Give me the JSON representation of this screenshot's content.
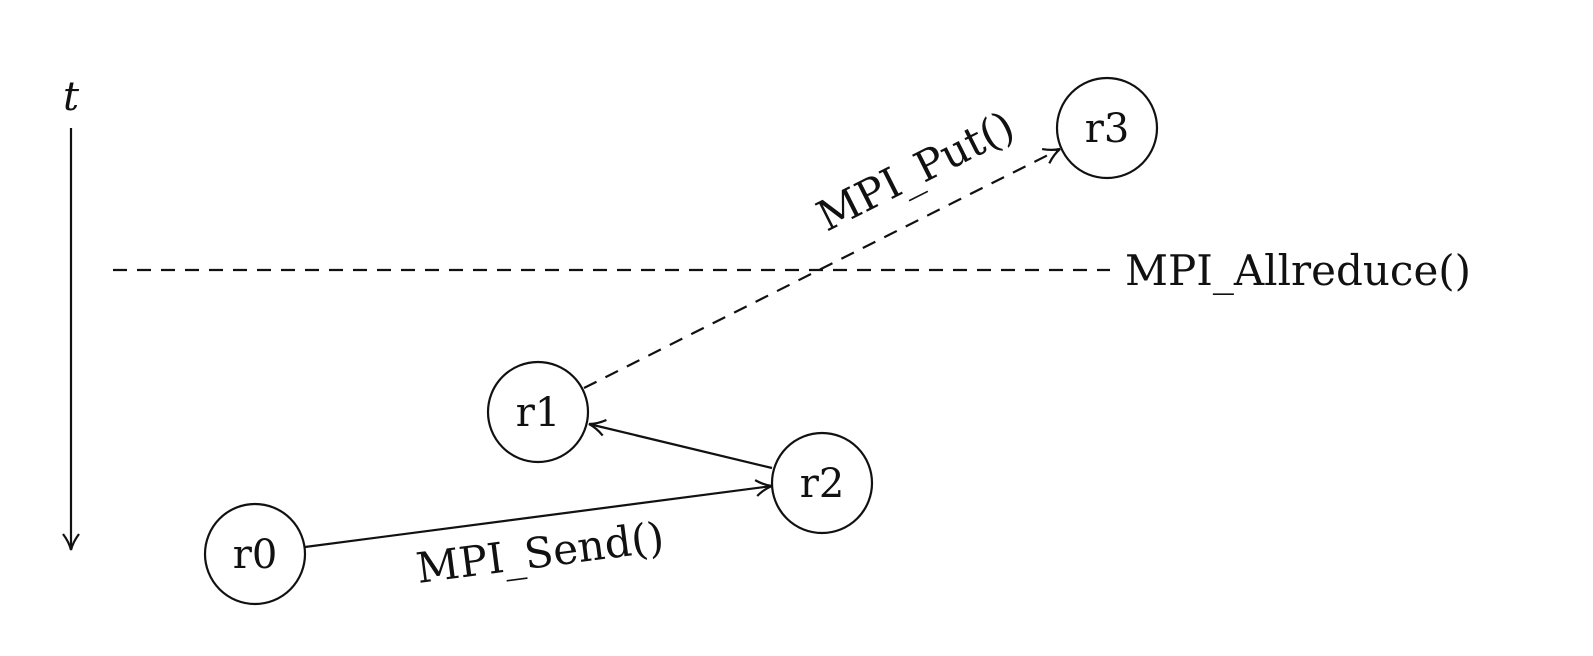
{
  "axis": {
    "label": "t"
  },
  "nodes": [
    {
      "id": "r0",
      "label": "r0"
    },
    {
      "id": "r1",
      "label": "r1"
    },
    {
      "id": "r2",
      "label": "r2"
    },
    {
      "id": "r3",
      "label": "r3"
    }
  ],
  "edges": [
    {
      "from": "r0",
      "to": "r2",
      "style": "solid",
      "label": "MPI_Send()"
    },
    {
      "from": "r2",
      "to": "r1",
      "style": "solid",
      "label": ""
    },
    {
      "from": "r1",
      "to": "r3",
      "style": "dashed",
      "label": "MPI_Put()"
    }
  ],
  "barrier": {
    "style": "dashed",
    "label": "MPI_Allreduce()"
  }
}
